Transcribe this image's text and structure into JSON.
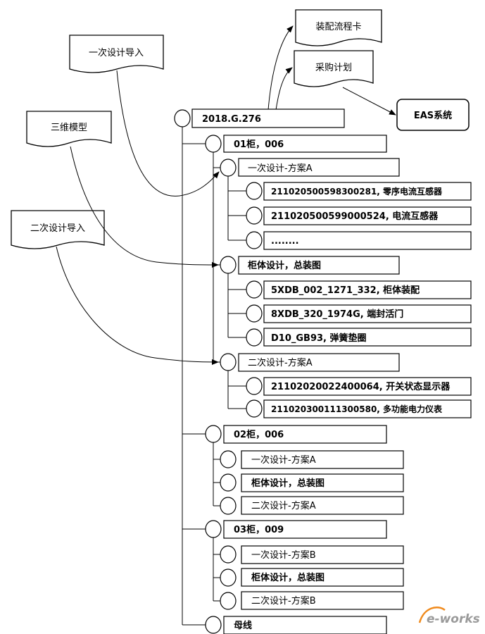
{
  "documents": {
    "import1": "一次设计导入",
    "model3d": "三维模型",
    "import2": "二次设计导入",
    "assembly_card": "装配流程卡",
    "purchase_plan": "采购计划"
  },
  "eas": "EAS系统",
  "root": "2018.G.276",
  "cab01": "01柜，006",
  "cab01_primary": "一次设计-方案A",
  "cab01_primary_items": [
    "211020500598300281, 零序电流互感器",
    "211020500599000524, 电流互感器",
    "........"
  ],
  "cab01_body": "柜体设计，总装图",
  "cab01_body_items": [
    "5XDB_002_1271_332, 柜体装配",
    "8XDB_320_1974G, 端封活门",
    "D10_GB93, 弹簧垫圈"
  ],
  "cab01_secondary": "二次设计-方案A",
  "cab01_secondary_items": [
    "21102020022400064, 开关状态显示器",
    "211020300111300580, 多功能电力仪表"
  ],
  "cab02": "02柜，006",
  "cab02_children": [
    "一次设计-方案A",
    "柜体设计，总装图",
    "二次设计-方案A"
  ],
  "cab03": "03柜，009",
  "cab03_children": [
    "一次设计-方案B",
    "柜体设计，总装图",
    "二次设计-方案B"
  ],
  "busbar": "母线",
  "watermark": "e-works",
  "colors": {
    "line": "#000000",
    "watermark_orange": "#f08a1c",
    "watermark_gray": "#9a9a9a"
  }
}
